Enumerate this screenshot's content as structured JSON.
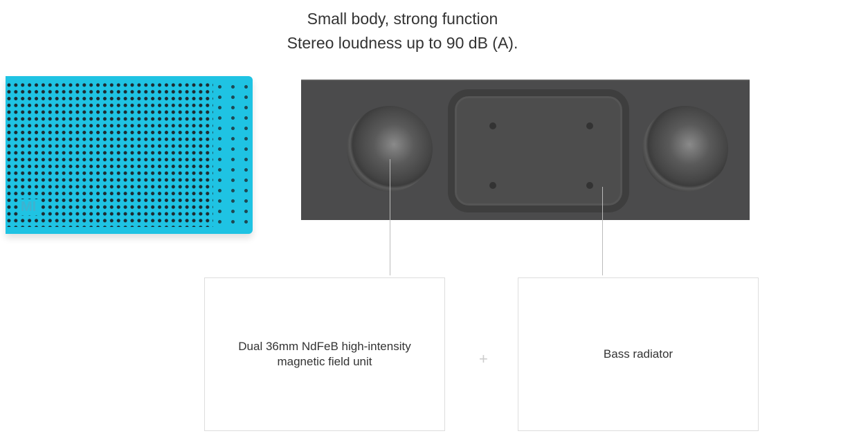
{
  "heading": {
    "line1": "Small body, strong function",
    "line2": "Stereo loudness up to 90 dB (A)."
  },
  "speaker": {
    "logo": "MI",
    "color": "#1fc3e3"
  },
  "features": [
    {
      "label": "Dual 36mm NdFeB high-intensity magnetic field unit"
    },
    {
      "label": "Bass radiator"
    }
  ],
  "separator": "+"
}
